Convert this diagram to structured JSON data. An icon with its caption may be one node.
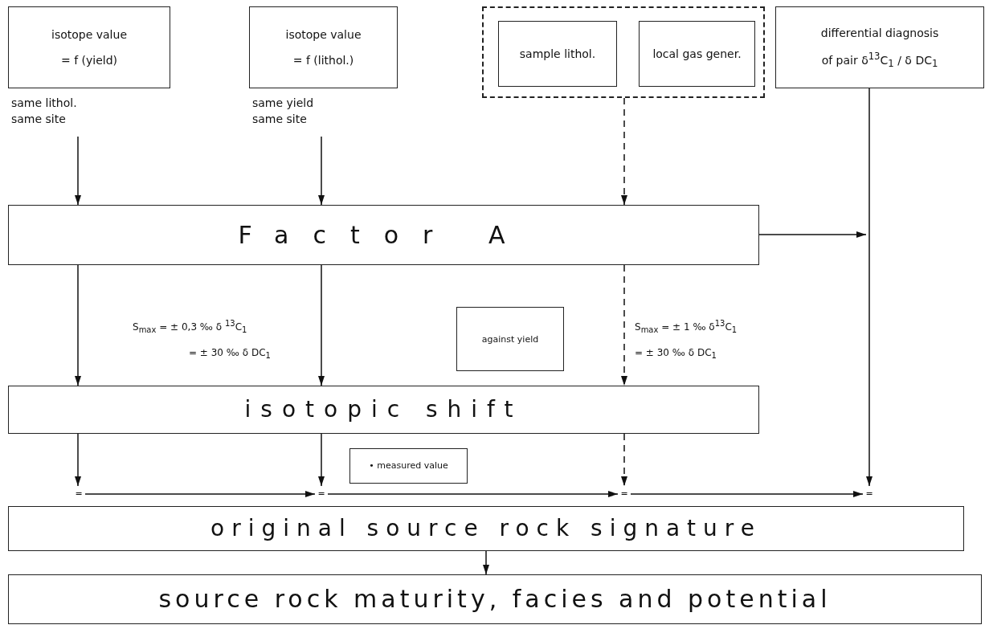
{
  "diagram": {
    "nodes": [
      {
        "text": [
          "isotope value = f (yield)"
        ],
        "beside": [
          "same lithol. same site"
        ]
      },
      {
        "text": [
          "isotope value = f (lithol.)"
        ],
        "beside": [
          "same yield same site"
        ]
      },
      {
        "text": [],
        "shape": "box"
      },
      {
        "text": [
          "sample lithol."
        ],
        "in": 2
      },
      {
        "text": [
          "local gas gener."
        ],
        "in": 2
      },
      {
        "text": [
          "differential diagnosis of pair δ$^{13}$C$_{1}$ / δ DC$_{1}$"
        ]
      },
      {
        "text": [
          "Factor A"
        ]
      },
      {
        "text": [
          "against yield"
        ]
      },
      {
        "text": [
          "isotopic shift"
        ]
      },
      {
        "text": [
          "• measured value"
        ]
      },
      {
        "text": [
          "="
        ]
      },
      {
        "text": [
          "="
        ]
      },
      {
        "text": [
          "="
        ]
      },
      {
        "text": [
          "="
        ]
      },
      {
        "text": [
          "original source rock signature"
        ]
      },
      {
        "text": [
          "source rock maturity, facies and potential"
        ]
      }
    ],
    "edges": [
      {
        "from": 0,
        "to": 6,
        "arrow": "to"
      },
      {
        "from": 1,
        "to": 6,
        "arrow": "to"
      },
      {
        "from": 2,
        "to": 6,
        "arrow": "to",
        "style": "dashed"
      },
      {
        "from": 6,
        "to": null,
        "arrow": "to"
      },
      {
        "from": 5,
        "to": 13,
        "arrow": "to"
      },
      {
        "from": 6,
        "to": 8,
        "arrow": "to"
      },
      {
        "from": 6,
        "to": 8,
        "arrow": "to"
      },
      {
        "from": 6,
        "to": 8,
        "arrow": "to",
        "style": "dashed"
      },
      {
        "from": 8,
        "to": 10,
        "arrow": "to"
      },
      {
        "from": 8,
        "to": 11,
        "arrow": "to"
      },
      {
        "from": 8,
        "to": 12,
        "arrow": "to",
        "style": "dashed"
      },
      {
        "from": 10,
        "to": 11,
        "arrow": "to"
      },
      {
        "from": 11,
        "to": 12,
        "arrow": "to"
      },
      {
        "from": 12,
        "to": 13,
        "arrow": "to"
      },
      {
        "from": 14,
        "to": 15,
        "arrow": "to"
      }
    ],
    "labels": [
      "S$_{max}$ = ± 0,3 ‰ δ $^{13}$C$_{1}$",
      "= ± 30 ‰ δ DC$_{1}$",
      "S$_{max}$ = ± 1 ‰ δ$^{13}$C$_{1}$",
      "= ± 30 ‰ δ DC$_{1}$"
    ]
  }
}
